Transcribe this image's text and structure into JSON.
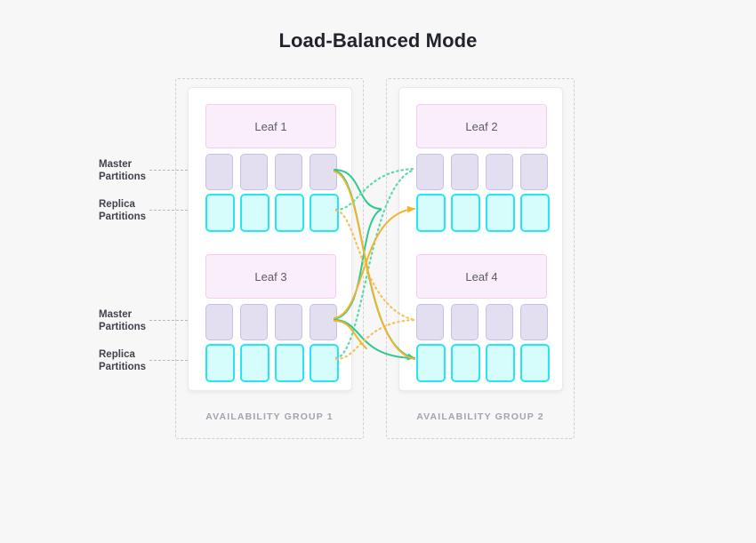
{
  "title": "Load-Balanced Mode",
  "colors": {
    "background": "#f7f7f8",
    "title": "#22242c",
    "leaf_fill": "#fbeefb",
    "leaf_border": "#f4cdee",
    "master_fill": "#e4def1",
    "master_border": "#c9bfe4",
    "replica_fill": "#d6fcfb",
    "replica_border": "#25e7f0",
    "wire_green": "#2ec98d",
    "wire_yellow": "#f2b32e",
    "group_border": "#cfcfd6",
    "group_label": "#a3a3b0"
  },
  "labels": {
    "master": "Master\nPartitions",
    "master_line1": "Master",
    "master_line2": "Partitions",
    "replica_line1": "Replica",
    "replica_line2": "Partitions"
  },
  "groups": [
    {
      "id": "availability-group-1",
      "label": "AVAILABILITY GROUP 1",
      "leaves": [
        {
          "id": "leaf-1",
          "label": "Leaf 1",
          "master_count": 4,
          "replica_count": 4
        },
        {
          "id": "leaf-3",
          "label": "Leaf 3",
          "master_count": 4,
          "replica_count": 4
        }
      ]
    },
    {
      "id": "availability-group-2",
      "label": "AVAILABILITY GROUP 2",
      "leaves": [
        {
          "id": "leaf-2",
          "label": "Leaf 2",
          "master_count": 4,
          "replica_count": 4
        },
        {
          "id": "leaf-4",
          "label": "Leaf 4",
          "master_count": 4,
          "replica_count": 4
        }
      ]
    }
  ],
  "side_labels": [
    {
      "id": "master-top",
      "line1": "Master",
      "line2": "Partitions"
    },
    {
      "id": "replica-top",
      "line1": "Replica",
      "line2": "Partitions"
    },
    {
      "id": "master-bottom",
      "line1": "Master",
      "line2": "Partitions"
    },
    {
      "id": "replica-bottom",
      "line1": "Replica",
      "line2": "Partitions"
    }
  ]
}
